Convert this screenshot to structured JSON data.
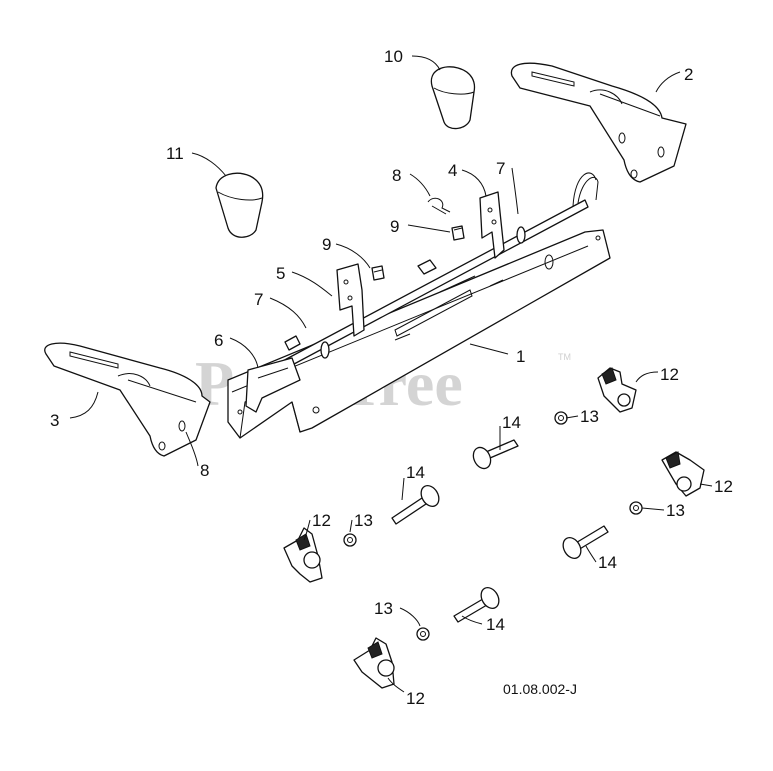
{
  "watermark": {
    "text": "PartsTree",
    "trademark": "TM"
  },
  "reference_code": "01.08.002-J",
  "callouts": {
    "c1": "1",
    "c2": "2",
    "c3": "3",
    "c4": "4",
    "c5": "5",
    "c6": "6",
    "c7a": "7",
    "c7b": "7",
    "c8a": "8",
    "c8b": "8",
    "c9a": "9",
    "c9b": "9",
    "c10": "10",
    "c11": "11",
    "c12a": "12",
    "c12b": "12",
    "c12c": "12",
    "c12d": "12",
    "c13a": "13",
    "c13b": "13",
    "c13c": "13",
    "c13d": "13",
    "c14a": "14",
    "c14b": "14",
    "c14c": "14",
    "c14d": "14"
  }
}
